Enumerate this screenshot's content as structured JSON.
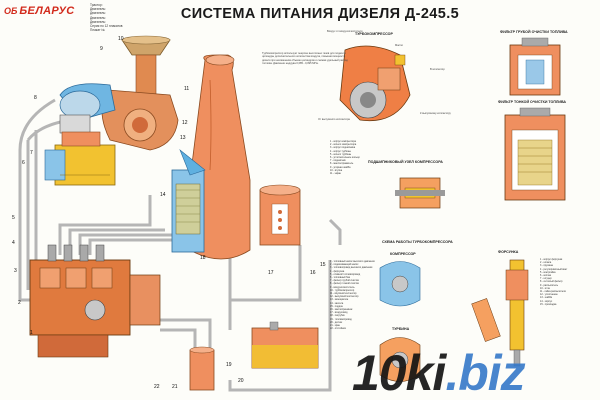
{
  "brand": {
    "logo": "ОБ",
    "name": "БЕЛАРУС"
  },
  "meta_lines": [
    "Трактор:",
    "Двигатель:",
    "Двигатель:",
    "Двигатель:",
    "Двигатель:",
    "Серия по 12 плакатов",
    "Плакат №"
  ],
  "title": "СИСТЕМА ПИТАНИЯ ДИЗЕЛЯ Д-245.5",
  "intro_text": "Турбокомпрессор использует энергию выхлопных газов для подачи в цилиндры дополнительного количества воздуха, повышая мощность дизеля при неизменном объеме цилиндров и снижая удельный расход топлива. Давление наддува 0,085...0,095 МПа.",
  "section_labels": {
    "turbocharger": "ТУРБОКОМПРЕССОР",
    "coarse_filter": "ФИЛЬТР ГРУБОЙ ОЧИСТКИ ТОПЛИВА",
    "fine_filter": "ФИЛЬТР ТОНКОЙ ОЧИСТКИ ТОПЛИВА",
    "bearing_unit": "ПОДШИПНИКОВЫЙ УЗЕЛ КОМПРЕССОРА",
    "turbo_scheme": "СХЕМА РАБОТЫ ТУРБОКОМПРЕССОРА",
    "compressor": "КОМПРЕССОР",
    "turbine": "ТУРБИНА",
    "injector": "ФОРСУНКА"
  },
  "callouts": {
    "air_from_cleaner": "Воздух от воздухоочистителя",
    "to_intake": "В коллектор",
    "to_exhaust": "К выпускному коллектору",
    "from_exhaust": "От выпускного коллектора",
    "oil": "Масло"
  },
  "left_numbers": [
    "1",
    "2",
    "3",
    "4",
    "5",
    "6",
    "7",
    "8",
    "9",
    "10",
    "11",
    "12",
    "13",
    "14",
    "15",
    "16",
    "17",
    "18",
    "19",
    "20",
    "21",
    "22"
  ],
  "legend_a": [
    "1 - корпус компрессора",
    "2 - колесо компрессора",
    "3 - корпус подшипника",
    "4 - корпус турбины",
    "5 - колесо турбины",
    "6 - уплотнительное кольцо",
    "7 - подшипник",
    "8 - маслоотражатель",
    "9 - упорная шайба",
    "10 - втулка",
    "11 - экран"
  ],
  "legend_b": [
    "1 - топливный насос высокого давления",
    "2 - подкачивающий насос",
    "3 - топливопровод высокого давления",
    "4 - форсунка",
    "5 - сливной топливопровод",
    "6 - топливный бак",
    "7 - фильтр грубой очистки",
    "8 - фильтр тонкой очистки",
    "9 - воздухоочиститель",
    "10 - турбокомпрессор",
    "11 - впускной коллектор",
    "12 - выпускной коллектор",
    "13 - моноциклон",
    "14 - кассета",
    "15 - поддон",
    "16 - маслоприемник",
    "17 - воздуховод",
    "18 - патрубок",
    "19 - топливопровод",
    "20 - датчик",
    "21 - кран",
    "22 - отстойник"
  ],
  "legend_c": [
    "1 - корпус форсунки",
    "2 - штанга",
    "3 - пружина",
    "4 - регулировочный винт",
    "5 - контргайка",
    "6 - колпак",
    "7 - штуцер",
    "8 - сетчатый фильтр",
    "9 - распылитель",
    "10 - игла",
    "11 - гайка распылителя",
    "12 - уплотнение",
    "13 - шайба",
    "14 - корпус",
    "15 - прокладка"
  ],
  "watermark": {
    "brand": "10ki",
    "tld": ".biz"
  },
  "colors": {
    "engine_orange": "#e0703a",
    "pipe_grey": "#b9b9b9",
    "accent_yellow": "#f2c230",
    "accent_blue": "#4aa3d8",
    "title": "#1a1a1a"
  }
}
